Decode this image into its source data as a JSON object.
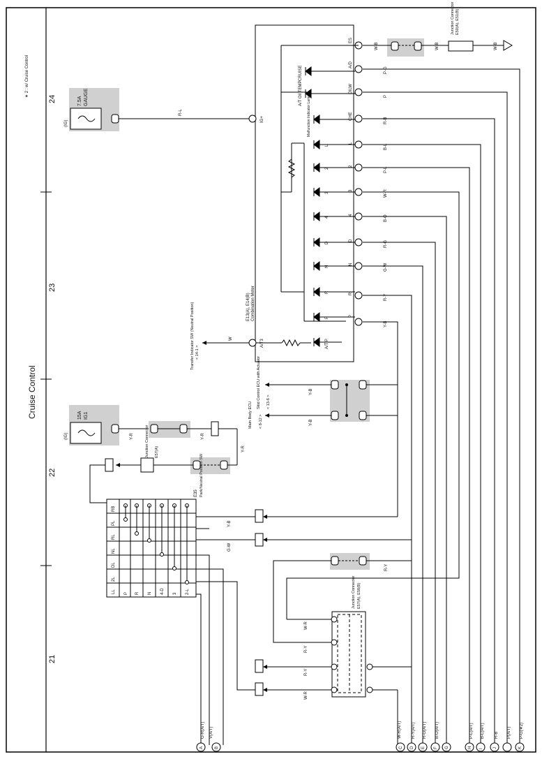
{
  "page_title": "Cruise Control",
  "note": "∗ 2 : w/ Cruise Control",
  "grid_numbers": [
    "24",
    "23",
    "22",
    "21"
  ],
  "fuses": [
    {
      "rating": "7.5A",
      "name": "GAUGE",
      "feed": "(IG)"
    },
    {
      "rating": "15A",
      "name": "IG1",
      "feed": "(IG)"
    }
  ],
  "combination_meter": {
    "label": "E13(A), E14(B)",
    "name": "Combination Meter",
    "pins": [
      "IG+",
      "ES",
      "A/D",
      "OILW",
      "CHE",
      "L",
      "2",
      "3",
      "4",
      "D",
      "N",
      "R",
      "P",
      "A/T3"
    ],
    "lamps": [
      "CRUISE",
      "A/T Oil TEMP",
      "Malfunction Indicator Lamp",
      "L",
      "2",
      "3",
      "4",
      "D",
      "N",
      "R",
      "P",
      "A/T P"
    ]
  },
  "wires": {
    "top": [
      "W-B",
      "W-B",
      "W-B",
      "P-G",
      "P",
      "R-B",
      "R-L",
      "B-L",
      "P-L",
      "W-R",
      "B-O",
      "R-G",
      "G-W",
      "R-Y",
      "Y-B"
    ],
    "lower": [
      "Y-B",
      "Y-B",
      "Y-R",
      "Y-R",
      "Y-R",
      "Y-B",
      "G-W",
      "R-Y",
      "W-R",
      "R-Y",
      "W-R",
      "G-R",
      "V",
      "R-L"
    ]
  },
  "connectors": {
    "junction_top": {
      "name": "Junction Connector",
      "code": "E50(A), E51(B)"
    },
    "junction_mid": {
      "name": "Junction Connector",
      "code": "E57(A)"
    },
    "junction_bottom": {
      "name": "Junction Connector",
      "code": "E57(A), E58(B)"
    },
    "park_neutral": {
      "code": "E35",
      "name": "Park/Neutral Position SW"
    }
  },
  "destinations": [
    {
      "text": "Transfer Indicator SW (Neutral Position)",
      "ref": "< 14-1 >"
    },
    {
      "text": "Skid Control ECU with Actuator",
      "ref": "< 13-6 >"
    },
    {
      "text": "Main Body ECU",
      "ref": "< 8-12 >"
    }
  ],
  "at_tag": "(A/T)",
  "pn_switch": {
    "columns": [
      "RB",
      "PL",
      "RL",
      "NL",
      "DL",
      "2L",
      "LL"
    ],
    "rows": [
      "P",
      "R",
      "N",
      "4-D",
      "3",
      "2-L"
    ]
  },
  "bottom_labels": [
    "W-R(A/T)",
    "R-Y(A/T)",
    "R-G(A/T)",
    "B-O(A/T)",
    "P-L(A/T)",
    "B-L(A/T)",
    "R-B",
    "P(A/T)",
    "P-G(∗2)",
    "G-R(A/T)",
    "V(A/T)"
  ],
  "bottom_letters": [
    "A",
    "B",
    "C",
    "D",
    "E",
    "F",
    "G",
    "H",
    "I",
    "J",
    "K"
  ]
}
